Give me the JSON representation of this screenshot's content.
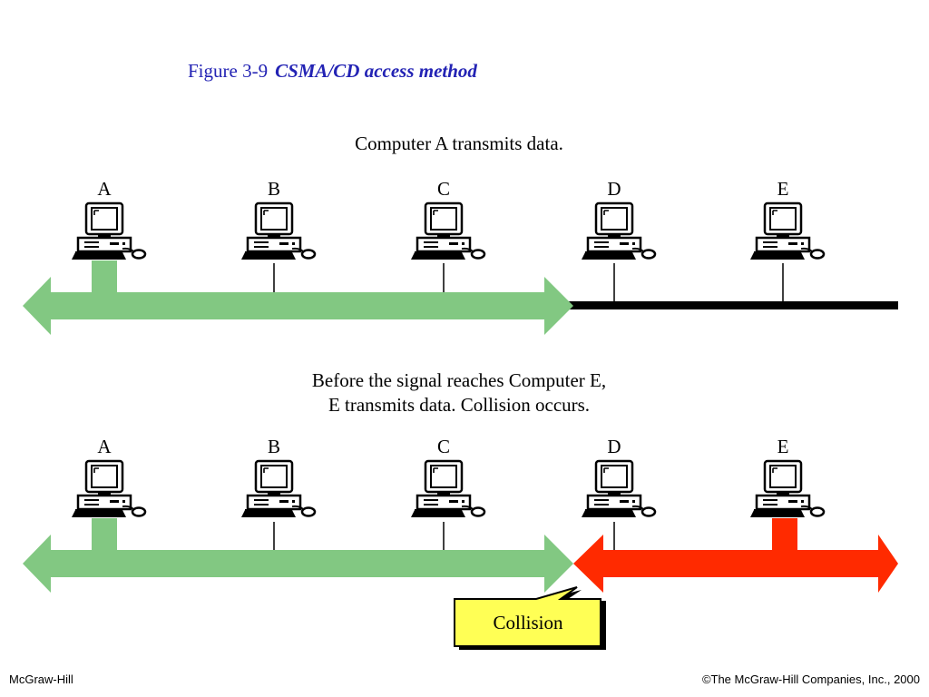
{
  "figure": {
    "number": "Figure  3-9",
    "name": "CSMA/CD access method"
  },
  "panel1": {
    "caption": "Computer A transmits data.",
    "nodes": [
      "A",
      "B",
      "C",
      "D",
      "E"
    ]
  },
  "panel2": {
    "caption_line1": "Before the signal reaches Computer E,",
    "caption_line2": "E transmits data. Collision occurs.",
    "nodes": [
      "A",
      "B",
      "C",
      "D",
      "E"
    ],
    "callout": "Collision"
  },
  "colors": {
    "signal_a": "#82c882",
    "signal_e": "#ff2a00",
    "callout_fill": "#ffff55",
    "title": "#2323b4"
  },
  "footer": {
    "left": "McGraw-Hill",
    "right": "©The McGraw-Hill Companies, Inc., 2000"
  }
}
